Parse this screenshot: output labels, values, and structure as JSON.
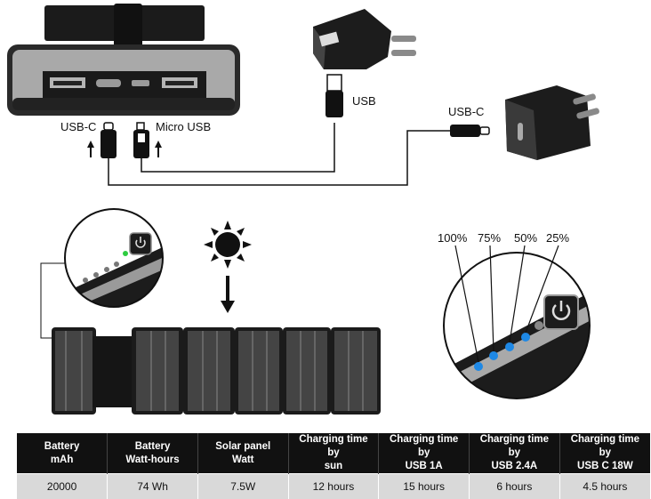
{
  "labels": {
    "usb": "USB",
    "usb_c_port": "USB-C",
    "micro_usb": "Micro USB",
    "usb_c_cable": "USB-C"
  },
  "led_levels": [
    "100%",
    "75%",
    "50%",
    "25%"
  ],
  "table": {
    "headers": [
      [
        "Battery",
        "mAh"
      ],
      [
        "Battery",
        "Watt-hours"
      ],
      [
        "Solar panel",
        "Watt"
      ],
      [
        "Charging time by",
        "sun"
      ],
      [
        "Charging time by",
        "USB 1A"
      ],
      [
        "Charging time by",
        "USB 2.4A"
      ],
      [
        "Charging time by",
        "USB C 18W"
      ]
    ],
    "row": [
      "20000",
      "74 Wh",
      "7.5W",
      "12 hours",
      "15 hours",
      "6 hours",
      "4.5 hours"
    ]
  },
  "colors": {
    "led_blue": "#1e88e5",
    "led_green": "#2ecc40",
    "device_dark": "#222222",
    "device_grey": "#a9a9a9"
  }
}
